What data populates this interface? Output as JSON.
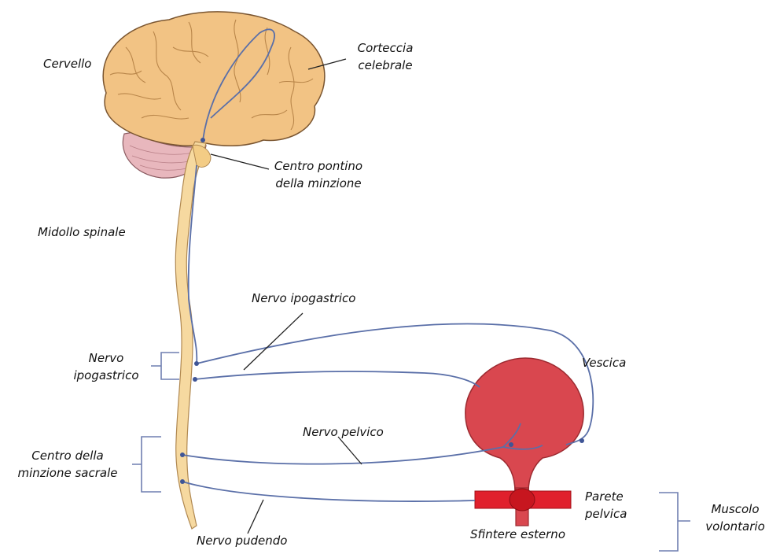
{
  "labels": {
    "cervello": "Cervello",
    "corteccia": [
      "Corteccia",
      "celebrale"
    ],
    "centro_pontino": [
      "Centro pontino",
      "della minzione"
    ],
    "midollo": "Midollo spinale",
    "nervo_ipogastrico_top": "Nervo ipogastrico",
    "nervo_ipogastrico_left": [
      "Nervo",
      "ipogastrico"
    ],
    "vescica": "Vescica",
    "nervo_pelvico": "Nervo pelvico",
    "centro_sacrale": [
      "Centro della",
      "minzione sacrale"
    ],
    "nervo_pudendo": "Nervo pudendo",
    "parete_pelvica": [
      "Parete",
      "pelvica"
    ],
    "sfintere": "Sfintere esterno",
    "muscolo": [
      "Muscolo",
      "volontario"
    ]
  },
  "colors": {
    "brain": "#f2c384",
    "cerebellum": "#e8b7bd",
    "spinal_cord": "#f6d9a0",
    "bladder": "#d9474f",
    "sphincter": "#e0202c",
    "nerve": "#5a6fa8",
    "bracket": "#6f7fb0"
  }
}
